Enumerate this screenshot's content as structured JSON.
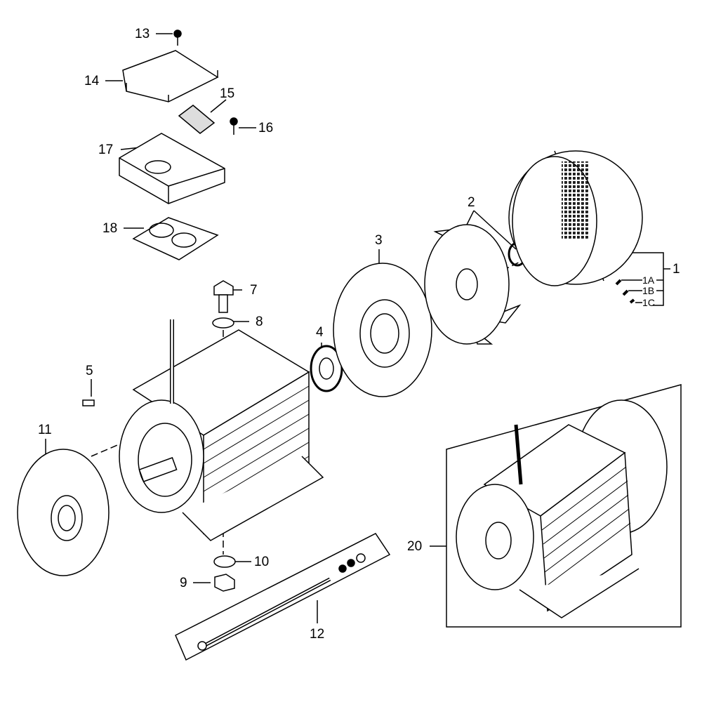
{
  "title": "Motor exploded parts diagram",
  "labels": {
    "p1": "1",
    "p1a": "1A",
    "p1b": "1B",
    "p1c": "1C",
    "p2": "2",
    "p3": "3",
    "p4": "4",
    "p5": "5",
    "p7": "7",
    "p8": "8",
    "p9": "9",
    "p10": "10",
    "p11": "11",
    "p12": "12",
    "p13": "13",
    "p14": "14",
    "p15": "15",
    "p16": "16",
    "p17": "17",
    "p18": "18",
    "p20": "20"
  }
}
